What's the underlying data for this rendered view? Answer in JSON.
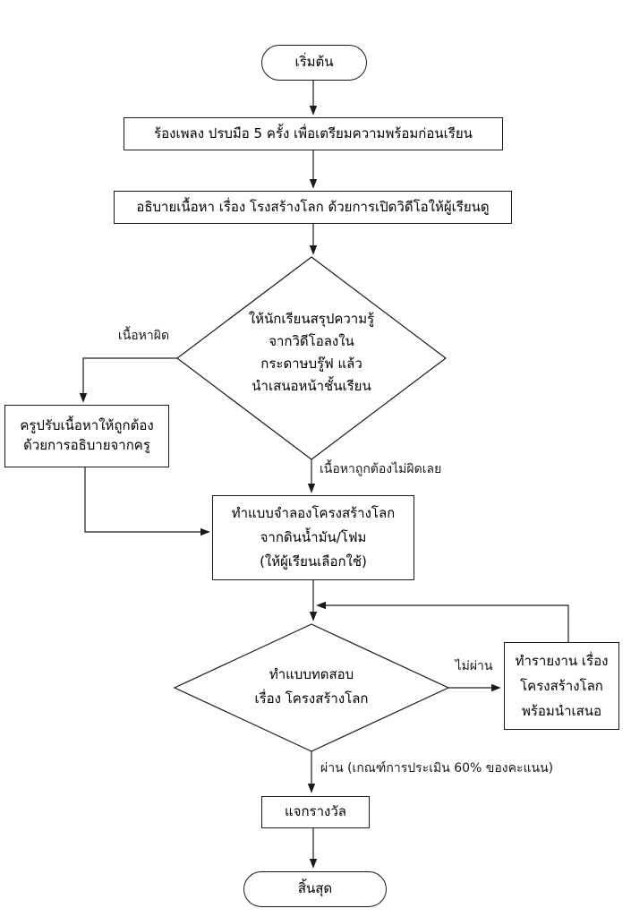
{
  "nodes": {
    "start": {
      "label": "เริ่มต้น"
    },
    "warmup": {
      "label": "ร้องเพลง ปรบมือ 5 ครั้ง เพื่อเตรียมความพร้อมก่อนเรียน"
    },
    "explain": {
      "label": "อธิบายเนื้อหา เรื่อง โรงสร้างโลก ด้วยการเปิดวิดีโอให้ผู้เรียนดู"
    },
    "summarize_decision": {
      "lines": [
        "ให้นักเรียนสรุปความรู้",
        "จากวิดีโอลงใน",
        "กระดาษบรู๊ฟ แล้ว",
        "นำเสนอหน้าชั้นเรียน"
      ]
    },
    "teacher_fix": {
      "lines": [
        "ครูปรับเนื้อหาให้ถูกต้อง",
        "ด้วยการอธิบายจากครู"
      ]
    },
    "model": {
      "lines": [
        "ทำแบบจำลองโครงสร้างโลก",
        "จากดินน้ำมัน/โฟม",
        "(ให้ผู้เรียนเลือกใช้)"
      ]
    },
    "test_decision": {
      "lines": [
        "ทำแบบทดสอบ",
        "เรื่อง โครงสร้างโลก"
      ]
    },
    "report": {
      "lines": [
        "ทำรายงาน เรื่อง",
        "โครงสร้างโลก",
        "พร้อมนำเสนอ"
      ]
    },
    "reward": {
      "label": "แจกรางวัล"
    },
    "end": {
      "label": "สิ้นสุด"
    }
  },
  "edge_labels": {
    "content_wrong": "เนื้อหาผิด",
    "content_correct": "เนื้อหาถูกต้องไม่ผิดเลย",
    "fail": "ไม่ผ่าน",
    "pass": "ผ่าน (เกณฑ์การประเมิน 60% ของคะแนน)"
  },
  "colors": {
    "stroke": "#1a1a1a",
    "fill": "#ffffff",
    "text": "#000000"
  }
}
